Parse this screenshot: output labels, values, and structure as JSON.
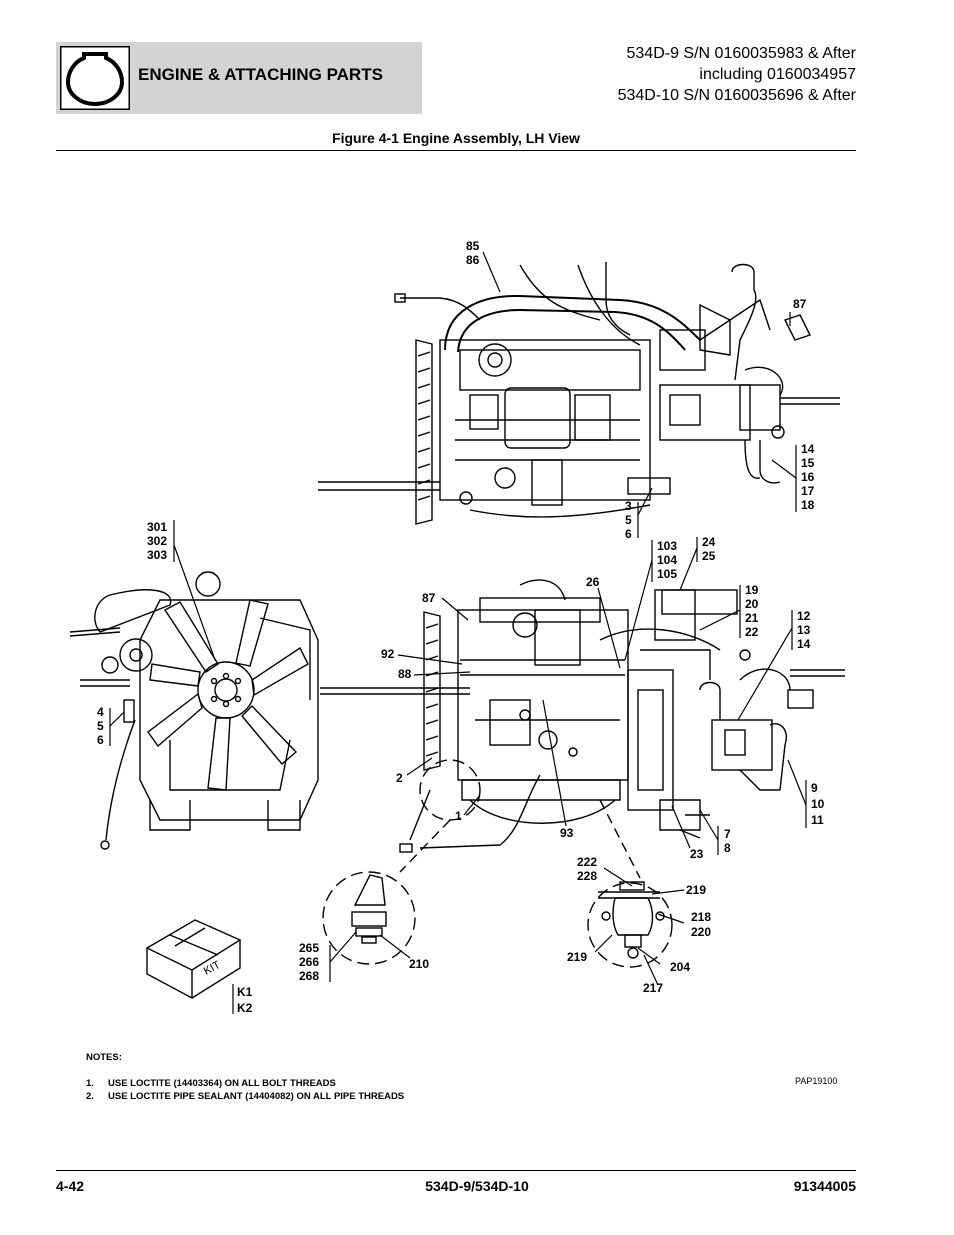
{
  "header": {
    "section_title": "ENGINE & ATTACHING PARTS",
    "serials": [
      "534D-9 S/N 0160035983 & After",
      "including 0160034957",
      "534D-10 S/N 0160035696 & After"
    ]
  },
  "figure_title": "Figure 4-1 Engine Assembly, LH View",
  "callouts": {
    "c85": "85",
    "c86": "86",
    "c87a": "87",
    "c14a": "14",
    "c15": "15",
    "c16": "16",
    "c17": "17",
    "c18": "18",
    "c3": "3",
    "c5": "5",
    "c6a": "6",
    "c301": "301",
    "c302": "302",
    "c303": "303",
    "c103": "103",
    "c104": "104",
    "c105": "105",
    "c24": "24",
    "c25": "25",
    "c26": "26",
    "c87b": "87",
    "c19": "19",
    "c20": "20",
    "c21": "21",
    "c22": "22",
    "c12": "12",
    "c13": "13",
    "c14b": "14",
    "c92": "92",
    "c88": "88",
    "c4": "4",
    "c5b": "5",
    "c6b": "6",
    "c2": "2",
    "c1": "1",
    "c93": "93",
    "c9": "9",
    "c10": "10",
    "c11": "11",
    "c7": "7",
    "c8": "8",
    "c23": "23",
    "c222": "222",
    "c228": "228",
    "c219a": "219",
    "c218": "218",
    "c220": "220",
    "c219b": "219",
    "c204": "204",
    "c217": "217",
    "c265": "265",
    "c266": "266",
    "c268": "268",
    "c210": "210",
    "ck1": "K1",
    "ck2": "K2",
    "kit": "KIT"
  },
  "notes": {
    "title": "NOTES:",
    "items": [
      {
        "num": "1.",
        "text": "USE LOCTITE (14403364) ON ALL BOLT THREADS"
      },
      {
        "num": "2.",
        "text": "USE LOCTITE PIPE SEALANT (14404082) ON ALL PIPE THREADS"
      }
    ]
  },
  "pap_code": "PAP19100",
  "footer": {
    "page": "4-42",
    "model": "534D-9/534D-10",
    "part_no": "91344005"
  }
}
